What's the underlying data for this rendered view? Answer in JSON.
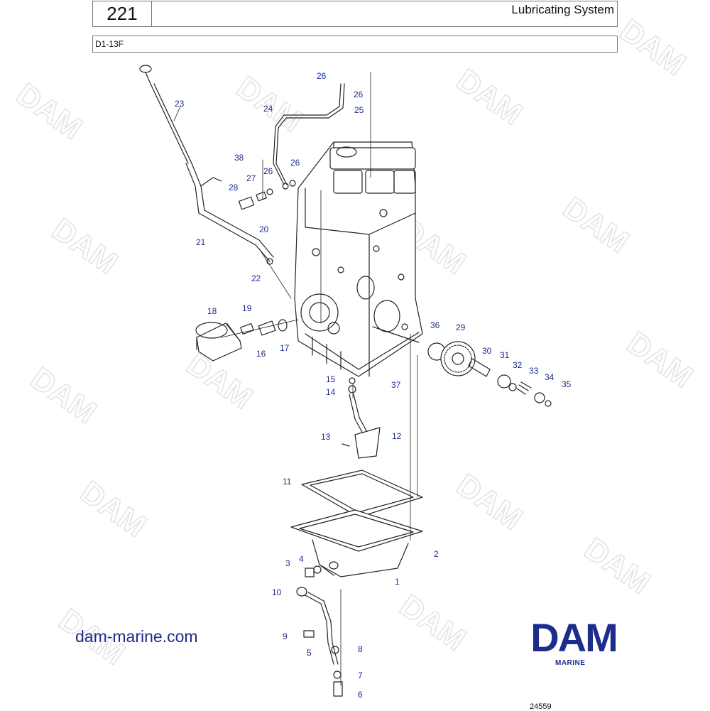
{
  "header": {
    "page_number": "221",
    "title": "Lubricating System",
    "model": "D1-13F"
  },
  "watermark": {
    "text": "DAM"
  },
  "parts": [
    {
      "id": "p1",
      "label": "1"
    },
    {
      "id": "p2",
      "label": "2"
    },
    {
      "id": "p3",
      "label": "3"
    },
    {
      "id": "p4",
      "label": "4"
    },
    {
      "id": "p5",
      "label": "5"
    },
    {
      "id": "p6",
      "label": "6"
    },
    {
      "id": "p7",
      "label": "7"
    },
    {
      "id": "p8",
      "label": "8"
    },
    {
      "id": "p9",
      "label": "9"
    },
    {
      "id": "p10",
      "label": "10"
    },
    {
      "id": "p11",
      "label": "11"
    },
    {
      "id": "p12",
      "label": "12"
    },
    {
      "id": "p13",
      "label": "13"
    },
    {
      "id": "p14",
      "label": "14"
    },
    {
      "id": "p15",
      "label": "15"
    },
    {
      "id": "p16",
      "label": "16"
    },
    {
      "id": "p17",
      "label": "17"
    },
    {
      "id": "p18",
      "label": "18"
    },
    {
      "id": "p19",
      "label": "19"
    },
    {
      "id": "p20",
      "label": "20"
    },
    {
      "id": "p21",
      "label": "21"
    },
    {
      "id": "p22",
      "label": "22"
    },
    {
      "id": "p23",
      "label": "23"
    },
    {
      "id": "p24",
      "label": "24"
    },
    {
      "id": "p25",
      "label": "25"
    },
    {
      "id": "p26a",
      "label": "26"
    },
    {
      "id": "p26b",
      "label": "26"
    },
    {
      "id": "p26c",
      "label": "26"
    },
    {
      "id": "p26d",
      "label": "26"
    },
    {
      "id": "p27",
      "label": "27"
    },
    {
      "id": "p28",
      "label": "28"
    },
    {
      "id": "p29",
      "label": "29"
    },
    {
      "id": "p30",
      "label": "30"
    },
    {
      "id": "p31",
      "label": "31"
    },
    {
      "id": "p32",
      "label": "32"
    },
    {
      "id": "p33",
      "label": "33"
    },
    {
      "id": "p34",
      "label": "34"
    },
    {
      "id": "p35",
      "label": "35"
    },
    {
      "id": "p36",
      "label": "36"
    },
    {
      "id": "p37",
      "label": "37"
    },
    {
      "id": "p38",
      "label": "38"
    }
  ],
  "footer": {
    "website": "dam-marine.com",
    "brand": "DAM",
    "brand_sub": "MARINE",
    "drawing_number": "24559"
  },
  "colors": {
    "label": "#1c2d8c",
    "brand": "#1c2d8c",
    "line": "#222222",
    "watermark": "#e4e4e4"
  }
}
